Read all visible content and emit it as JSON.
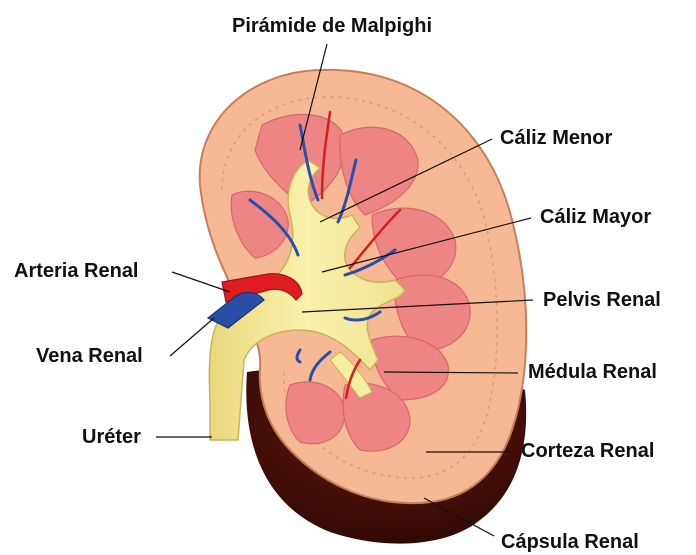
{
  "labels": {
    "piramide": "Pirámide de Malpighi",
    "caliz_menor": "Cáliz Menor",
    "caliz_mayor": "Cáliz Mayor",
    "arteria_renal": "Arteria Renal",
    "pelvis_renal": "Pelvis Renal",
    "vena_renal": "Vena Renal",
    "medula_renal": "Médula Renal",
    "ureter": "Uréter",
    "corteza_renal": "Corteza Renal",
    "capsula_renal": "Cápsula Renal"
  },
  "colors": {
    "cortex": "#f6b994",
    "pyramid": "#ee8585",
    "pelvis": "#f7ef9f",
    "capsule": "#3a0905",
    "artery": "#e01c23",
    "vein": "#2b4fa8",
    "leader": "#111111"
  }
}
